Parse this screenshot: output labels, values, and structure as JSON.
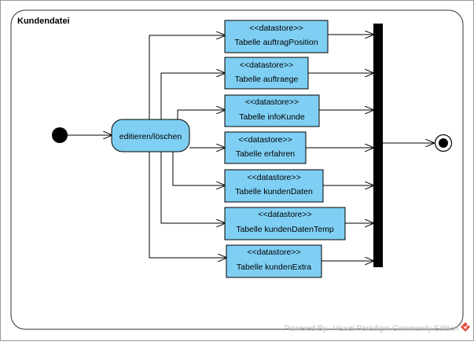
{
  "diagram": {
    "title": "Kundendatei",
    "activity_label": "editieren/löschen",
    "stereotype": "<<datastore>>",
    "datastores": [
      "Tabelle auftragPosition",
      "Tabelle auftraege",
      "Tabelle infoKunde",
      "Tabelle erfahren",
      "Tabelle kundenDaten",
      "Tabelle kundenDatenTemp",
      "Tabelle kundenExtra"
    ],
    "colors": {
      "node_fill": "#7fcff4",
      "stroke": "#000000",
      "frame": "#333333"
    }
  },
  "footer": {
    "watermark": "Powered ByVisual Paradigm Community Edition",
    "logo_icon": "visual-paradigm-logo-icon"
  }
}
